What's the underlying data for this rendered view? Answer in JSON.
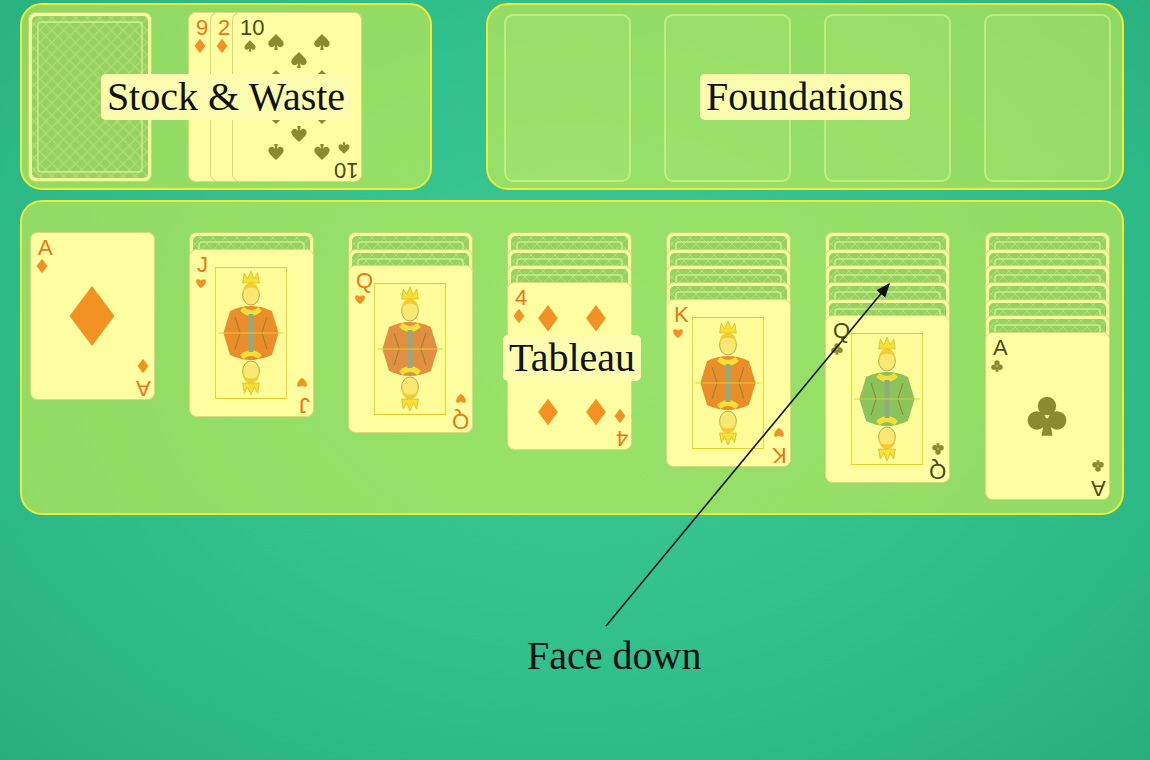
{
  "diagram": {
    "nodes": [
      {
        "text": [
          "Stock & Waste"
        ]
      },
      {
        "text": [
          "9"
        ],
        "in": 0
      },
      {
        "text": [
          "2"
        ],
        "in": 0
      },
      {
        "text": [
          "10",
          "10"
        ],
        "in": 0
      },
      {
        "text": [
          "Foundations"
        ]
      },
      {
        "text": [
          "Tableau"
        ]
      },
      {
        "text": [
          "A",
          "A"
        ],
        "in": 5
      },
      {
        "text": [
          "J",
          "J"
        ],
        "in": 5
      },
      {
        "text": [
          "Q",
          "Q"
        ],
        "in": 5
      },
      {
        "text": [
          "4",
          "4"
        ],
        "in": 5
      },
      {
        "text": [
          "K",
          "K"
        ],
        "in": 5
      },
      {
        "text": [
          "Q",
          "Q"
        ],
        "in": 5
      },
      {
        "text": [
          "A",
          "A"
        ],
        "in": 5
      }
    ],
    "labels": [
      "Face down"
    ]
  }
}
